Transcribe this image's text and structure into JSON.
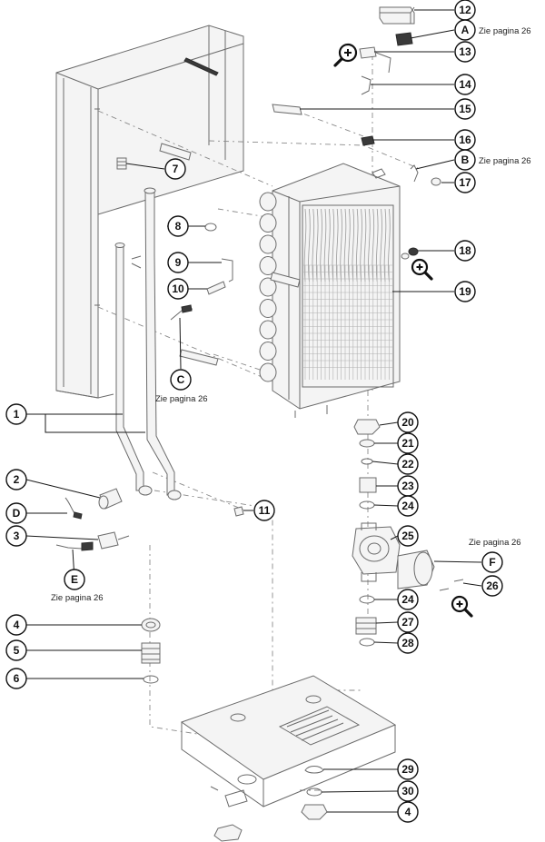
{
  "diagram": {
    "callouts": [
      {
        "id": "1",
        "label": "1"
      },
      {
        "id": "2",
        "label": "2"
      },
      {
        "id": "3",
        "label": "3"
      },
      {
        "id": "4a",
        "label": "4"
      },
      {
        "id": "5",
        "label": "5"
      },
      {
        "id": "6",
        "label": "6"
      },
      {
        "id": "7",
        "label": "7"
      },
      {
        "id": "8",
        "label": "8"
      },
      {
        "id": "9",
        "label": "9"
      },
      {
        "id": "10",
        "label": "10"
      },
      {
        "id": "11",
        "label": "11"
      },
      {
        "id": "12",
        "label": "12"
      },
      {
        "id": "13",
        "label": "13"
      },
      {
        "id": "14",
        "label": "14"
      },
      {
        "id": "15",
        "label": "15"
      },
      {
        "id": "16",
        "label": "16"
      },
      {
        "id": "17",
        "label": "17"
      },
      {
        "id": "18",
        "label": "18"
      },
      {
        "id": "19",
        "label": "19"
      },
      {
        "id": "20",
        "label": "20"
      },
      {
        "id": "21",
        "label": "21"
      },
      {
        "id": "22",
        "label": "22"
      },
      {
        "id": "23",
        "label": "23"
      },
      {
        "id": "24a",
        "label": "24"
      },
      {
        "id": "24b",
        "label": "24"
      },
      {
        "id": "25",
        "label": "25"
      },
      {
        "id": "26",
        "label": "26"
      },
      {
        "id": "27",
        "label": "27"
      },
      {
        "id": "28",
        "label": "28"
      },
      {
        "id": "29",
        "label": "29"
      },
      {
        "id": "30",
        "label": "30"
      },
      {
        "id": "4b",
        "label": "4"
      },
      {
        "id": "A",
        "label": "A"
      },
      {
        "id": "B",
        "label": "B"
      },
      {
        "id": "C",
        "label": "C"
      },
      {
        "id": "D",
        "label": "D"
      },
      {
        "id": "E",
        "label": "E"
      },
      {
        "id": "F",
        "label": "F"
      }
    ],
    "page_refs": [
      {
        "id": "A",
        "text": "Zie pagina 26"
      },
      {
        "id": "B",
        "text": "Zie pagina 26"
      },
      {
        "id": "C",
        "text": "Zie pagina 26"
      },
      {
        "id": "E",
        "text": "Zie pagina 26"
      },
      {
        "id": "F",
        "text": "Zie pagina 26"
      }
    ],
    "zoom_icons": [
      "zoom-in-icon-top",
      "zoom-in-icon-right",
      "zoom-in-icon-pump"
    ]
  }
}
